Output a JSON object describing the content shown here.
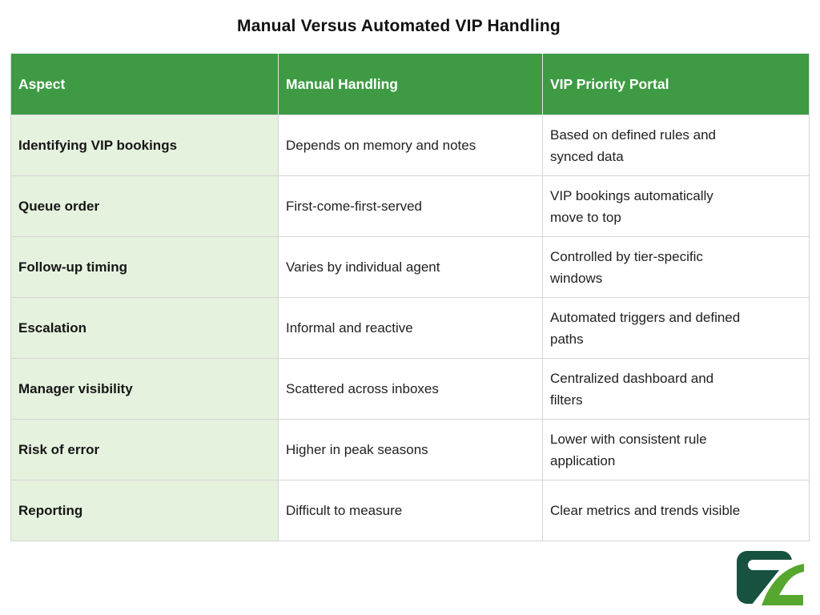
{
  "title": "Manual Versus Automated VIP Handling",
  "table": {
    "columns": [
      "Aspect",
      "Manual Handling",
      "VIP Priority Portal"
    ],
    "rows": [
      {
        "aspect": "Identifying VIP bookings",
        "manual": "Depends on memory and notes",
        "portal": "Based on defined rules and\nsynced data"
      },
      {
        "aspect": "Queue order",
        "manual": "First-come-first-served",
        "portal": "VIP bookings automatically\nmove to top"
      },
      {
        "aspect": "Follow-up timing",
        "manual": "Varies by individual agent",
        "portal": "Controlled by tier-specific\nwindows"
      },
      {
        "aspect": "Escalation",
        "manual": "Informal and reactive",
        "portal": "Automated triggers and defined\npaths"
      },
      {
        "aspect": "Manager visibility",
        "manual": "Scattered across inboxes",
        "portal": "Centralized dashboard and\nfilters"
      },
      {
        "aspect": "Risk of error",
        "manual": "Higher in peak seasons",
        "portal": "Lower with consistent rule\napplication"
      },
      {
        "aspect": "Reporting",
        "manual": "Difficult to measure",
        "portal": "Clear metrics and trends visible"
      }
    ]
  },
  "colors": {
    "header_bg": "#3E9B44",
    "aspect_column_bg": "#E5F2DE",
    "border": "#D5D5D5",
    "header_text": "#FFFFFF",
    "body_text": "#212121",
    "logo_dark_green": "#175240",
    "logo_bright_green": "#56A72E"
  },
  "logo": {
    "label": "brand logo"
  }
}
